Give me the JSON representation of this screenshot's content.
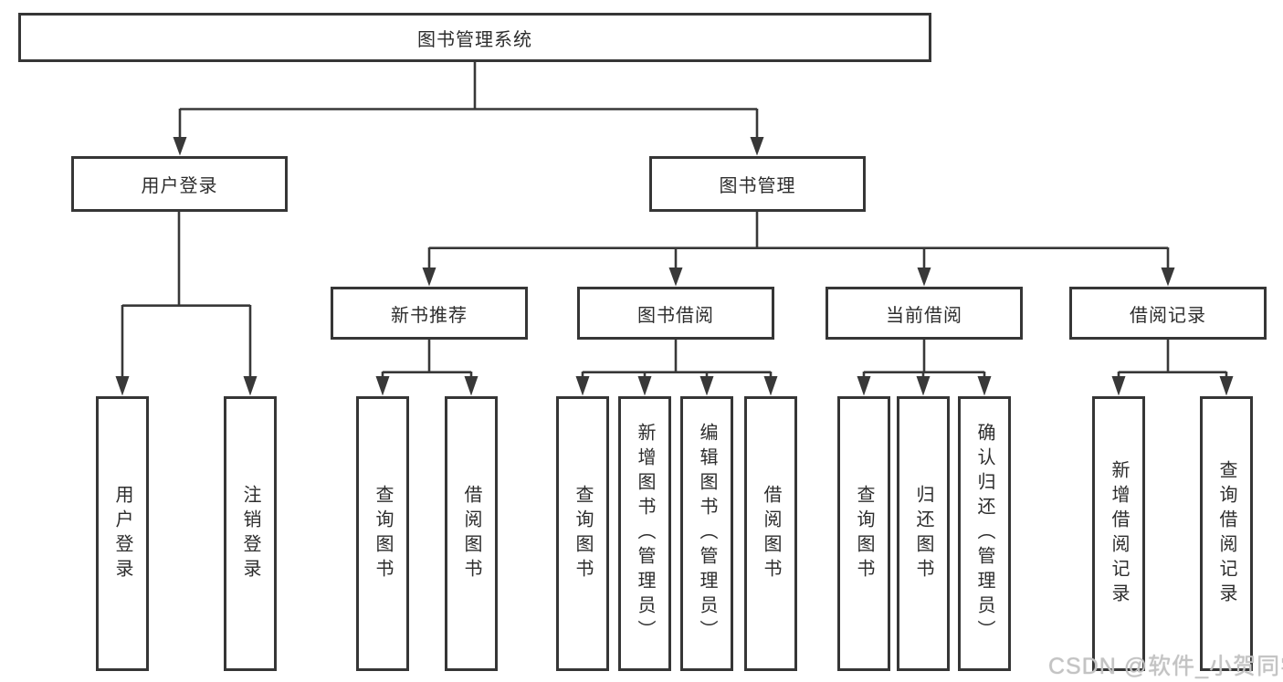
{
  "diagram": {
    "root": {
      "label": "图书管理系统"
    },
    "branches": [
      {
        "label": "用户登录",
        "children": [
          {
            "label": "用户登录"
          },
          {
            "label": "注销登录"
          }
        ]
      },
      {
        "label": "图书管理",
        "children": [
          {
            "label": "新书推荐",
            "children": [
              {
                "label": "查询图书"
              },
              {
                "label": "借阅图书"
              }
            ]
          },
          {
            "label": "图书借阅",
            "children": [
              {
                "label": "查询图书"
              },
              {
                "label": "新增图书（管理员）"
              },
              {
                "label": "编辑图书（管理员）"
              },
              {
                "label": "借阅图书"
              }
            ]
          },
          {
            "label": "当前借阅",
            "children": [
              {
                "label": "查询图书"
              },
              {
                "label": "归还图书"
              },
              {
                "label": "确认归还（管理员）"
              }
            ]
          },
          {
            "label": "借阅记录",
            "children": [
              {
                "label": "新增借阅记录"
              },
              {
                "label": "查询借阅记录"
              }
            ]
          }
        ]
      }
    ],
    "colors": {
      "line": "#383838",
      "box_border": "#363636",
      "text": "#2d2d2d",
      "watermark": "#c3c3c3",
      "background": "#ffffff"
    },
    "watermark": {
      "text": "CSDN @软件_小贺同学"
    }
  }
}
